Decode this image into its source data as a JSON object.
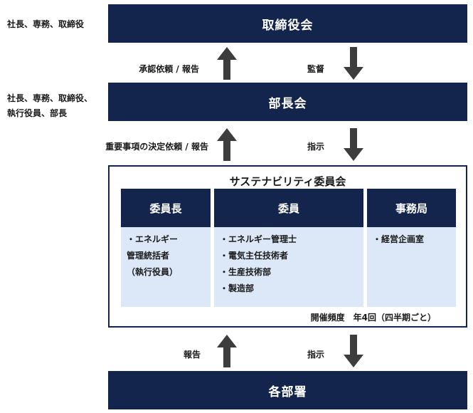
{
  "board": {
    "title": "取締役会",
    "members_note": "社長、専務、取締役"
  },
  "managers_meeting": {
    "title": "部長会",
    "members_note_lines": [
      "社長、専務、取締役、",
      "執行役員、部長"
    ]
  },
  "flows": {
    "managers_to_board": "承認依頼 / 報告",
    "board_to_managers": "監督",
    "committee_to_managers": "重要事項の決定依頼 / 報告",
    "managers_to_committee": "指示",
    "departments_to_committee": "報告",
    "committee_to_departments": "指示"
  },
  "committee": {
    "title": "サステナビリティ委員会",
    "columns": [
      {
        "header": "委員長",
        "items": [
          "・エネルギー",
          "管理統括者",
          "（執行役員）"
        ]
      },
      {
        "header": "委員",
        "items": [
          "・エネルギー管理士",
          "・電気主任技術者",
          "・生産技術部",
          "・製造部"
        ]
      },
      {
        "header": "事務局",
        "items": [
          "・経営企画室"
        ]
      }
    ],
    "meeting_frequency": "開催頻度　年4回（四半期ごと）"
  },
  "departments": {
    "title": "各部署"
  },
  "colors": {
    "navy": "#13254d",
    "light_blue": "#dce8f8",
    "arrow_gray": "#3d3d3d"
  },
  "icons": {
    "up": "arrow-up-icon",
    "down": "arrow-down-icon"
  }
}
